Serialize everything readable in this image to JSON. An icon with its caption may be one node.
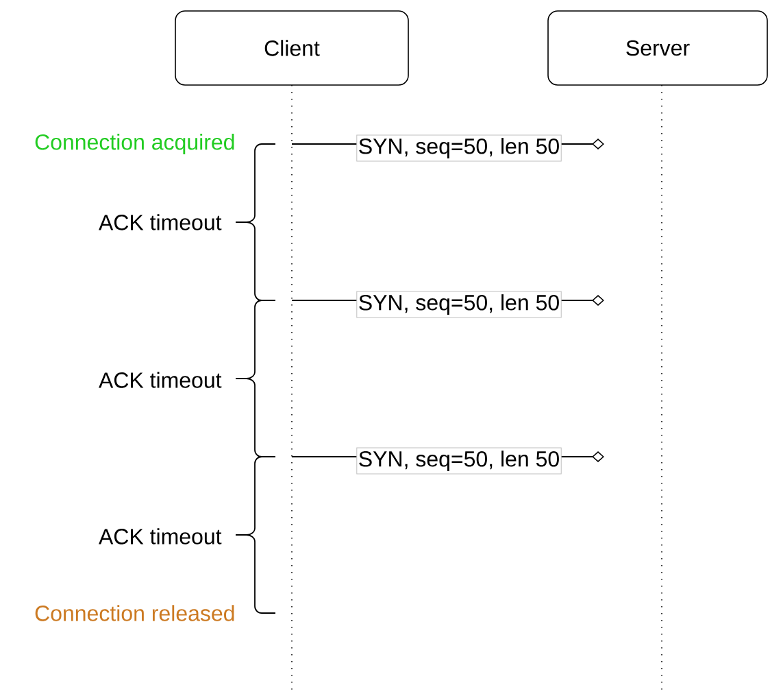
{
  "diagram": {
    "nodes": [
      {
        "text": [
          "Client"
        ]
      },
      {
        "text": [
          "Server"
        ]
      }
    ],
    "edges": [
      {
        "from": 0,
        "to": 1,
        "arrow": "other",
        "label": "SYN, seq=50, len 50"
      },
      {
        "from": 0,
        "to": 1,
        "arrow": "other",
        "label": "SYN, seq=50, len 50"
      },
      {
        "from": 0,
        "to": 1,
        "arrow": "other",
        "label": "SYN, seq=50, len 50"
      }
    ],
    "labels": [
      "Connection acquired",
      "ACK timeout",
      "ACK timeout",
      "ACK timeout",
      "Connection released"
    ]
  }
}
